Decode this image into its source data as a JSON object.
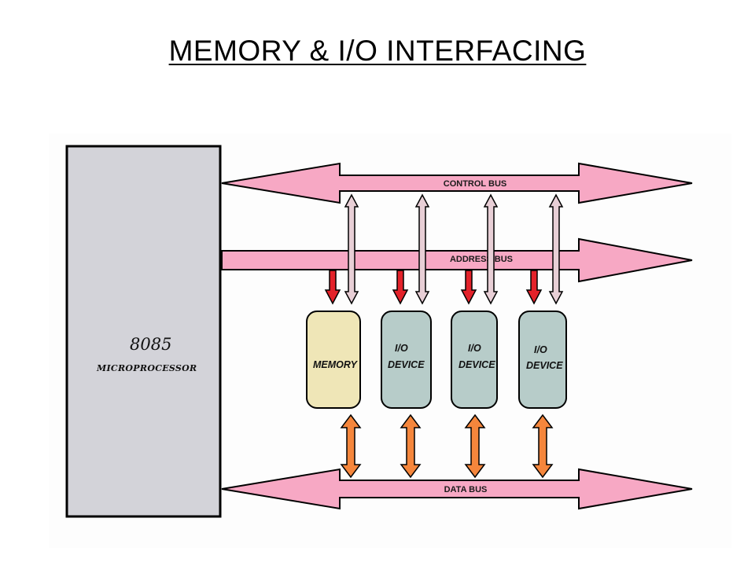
{
  "title": "MEMORY & I/O INTERFACING",
  "cpu": {
    "line1": "8085",
    "line2": "MICROPROCESSOR"
  },
  "buses": {
    "control": "CONTROL BUS",
    "address": "ADDRESS BUS",
    "data": "DATA BUS"
  },
  "modules": [
    {
      "line1": "",
      "line2": "MEMORY",
      "kind": "memory"
    },
    {
      "line1": "I/O",
      "line2": "DEVICE",
      "kind": "io"
    },
    {
      "line1": "I/O",
      "line2": "DEVICE",
      "kind": "io"
    },
    {
      "line1": "I/O",
      "line2": "DEVICE",
      "kind": "io"
    }
  ],
  "colors": {
    "bus": "#f7a8c4",
    "cpu": "#d3d3d9",
    "memory": "#efe6b7",
    "io": "#b7ccc9",
    "address_arrow": "#e3222a",
    "control_arrow": "#e8cfd6",
    "data_arrow": "#f5863c"
  }
}
